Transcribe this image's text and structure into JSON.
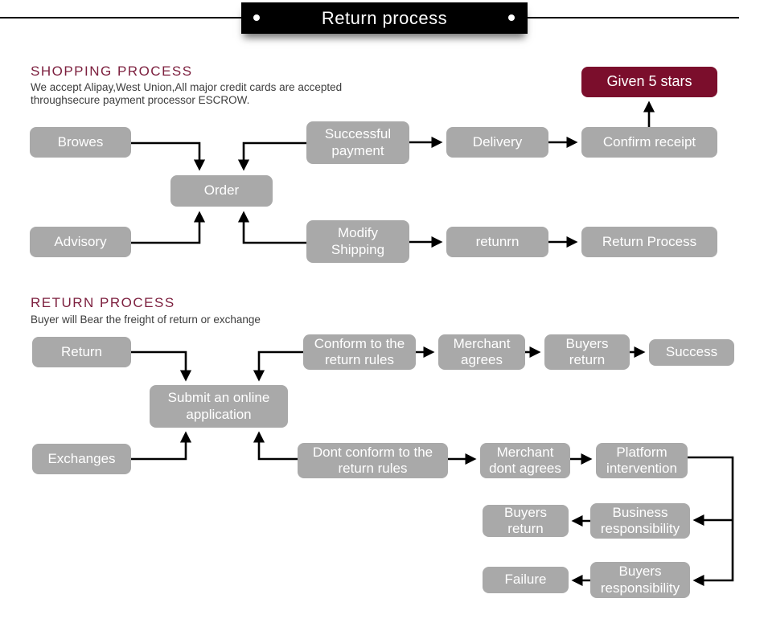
{
  "title_bar": {
    "label": "Return process"
  },
  "colors": {
    "bar": "#000000",
    "node_gray": "#a9a9a9",
    "accent_maroon": "#7b0e2c",
    "heading_maroon": "#7c1f3e",
    "node_text": "#ffffff",
    "body_text": "#3d3d3d",
    "line": "#000000"
  },
  "shopping_section": {
    "heading": "SHOPPING PROCESS",
    "description": [
      "We accept Alipay,West Union,All major credit cards are accepted",
      "throughsecure payment processor ESCROW."
    ]
  },
  "return_section": {
    "heading": "RETURN PROCESS",
    "description": [
      "Buyer will Bear the freight of return or exchange"
    ]
  },
  "nodes": {
    "given_5_stars": {
      "label": "Given 5 stars"
    },
    "browes": {
      "label": "Browes"
    },
    "successful_payment": {
      "label": "Successful payment"
    },
    "delivery": {
      "label": "Delivery"
    },
    "confirm_receipt": {
      "label": "Confirm receipt"
    },
    "order": {
      "label": "Order"
    },
    "advisory": {
      "label": "Advisory"
    },
    "modify_shipping": {
      "label": "Modify Shipping"
    },
    "retunrn": {
      "label": "retunrn"
    },
    "return_process": {
      "label": "Return Process"
    },
    "return": {
      "label": "Return"
    },
    "conform_rules": {
      "label": "Conform to the return rules"
    },
    "merchant_agrees": {
      "label": "Merchant agrees"
    },
    "buyers_return_1": {
      "label": "Buyers return"
    },
    "success": {
      "label": "Success"
    },
    "submit_application": {
      "label": "Submit an online application"
    },
    "exchanges": {
      "label": "Exchanges"
    },
    "dont_conform_rules": {
      "label": "Dont conform to the return rules"
    },
    "merchant_dont_agrees": {
      "label": "Merchant dont agrees"
    },
    "platform_intervention": {
      "label": "Platform intervention"
    },
    "buyers_return_2": {
      "label": "Buyers return"
    },
    "business_responsibility": {
      "label": "Business responsibility"
    },
    "failure": {
      "label": "Failure"
    },
    "buyers_responsibility": {
      "label": "Buyers responsibility"
    }
  }
}
